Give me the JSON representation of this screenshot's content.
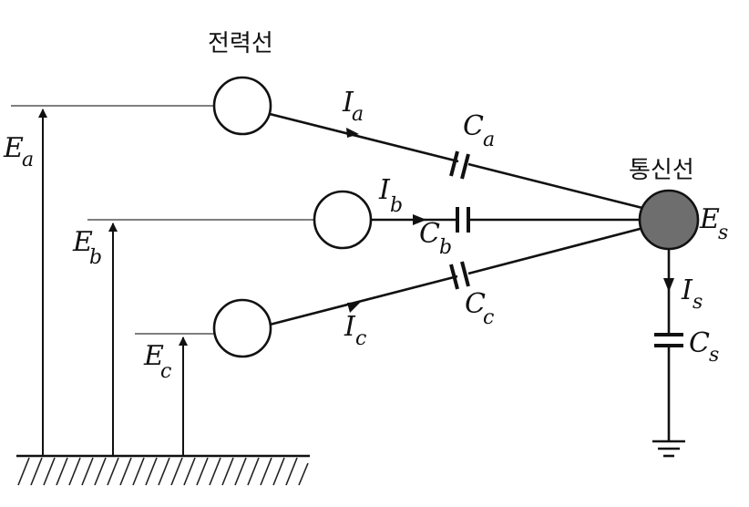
{
  "titles": {
    "power_lines": "전력선",
    "comm_line": "통신선"
  },
  "voltages": {
    "Ea": {
      "main": "E",
      "sub": "a"
    },
    "Eb": {
      "main": "E",
      "sub": "b"
    },
    "Ec": {
      "main": "E",
      "sub": "c"
    },
    "Es": {
      "main": "E",
      "sub": "s"
    }
  },
  "currents": {
    "Ia": {
      "main": "I",
      "sub": "a"
    },
    "Ib": {
      "main": "I",
      "sub": "b"
    },
    "Ic": {
      "main": "I",
      "sub": "c"
    },
    "Is": {
      "main": "I",
      "sub": "s"
    }
  },
  "capacitors": {
    "Ca": {
      "main": "C",
      "sub": "a"
    },
    "Cb": {
      "main": "C",
      "sub": "b"
    },
    "Cc": {
      "main": "C",
      "sub": "c"
    },
    "Cs": {
      "main": "C",
      "sub": "s"
    }
  },
  "colors": {
    "line": "#111111",
    "comm_line_fill": "#6e6e6e",
    "conductor_fill": "#ffffff"
  }
}
